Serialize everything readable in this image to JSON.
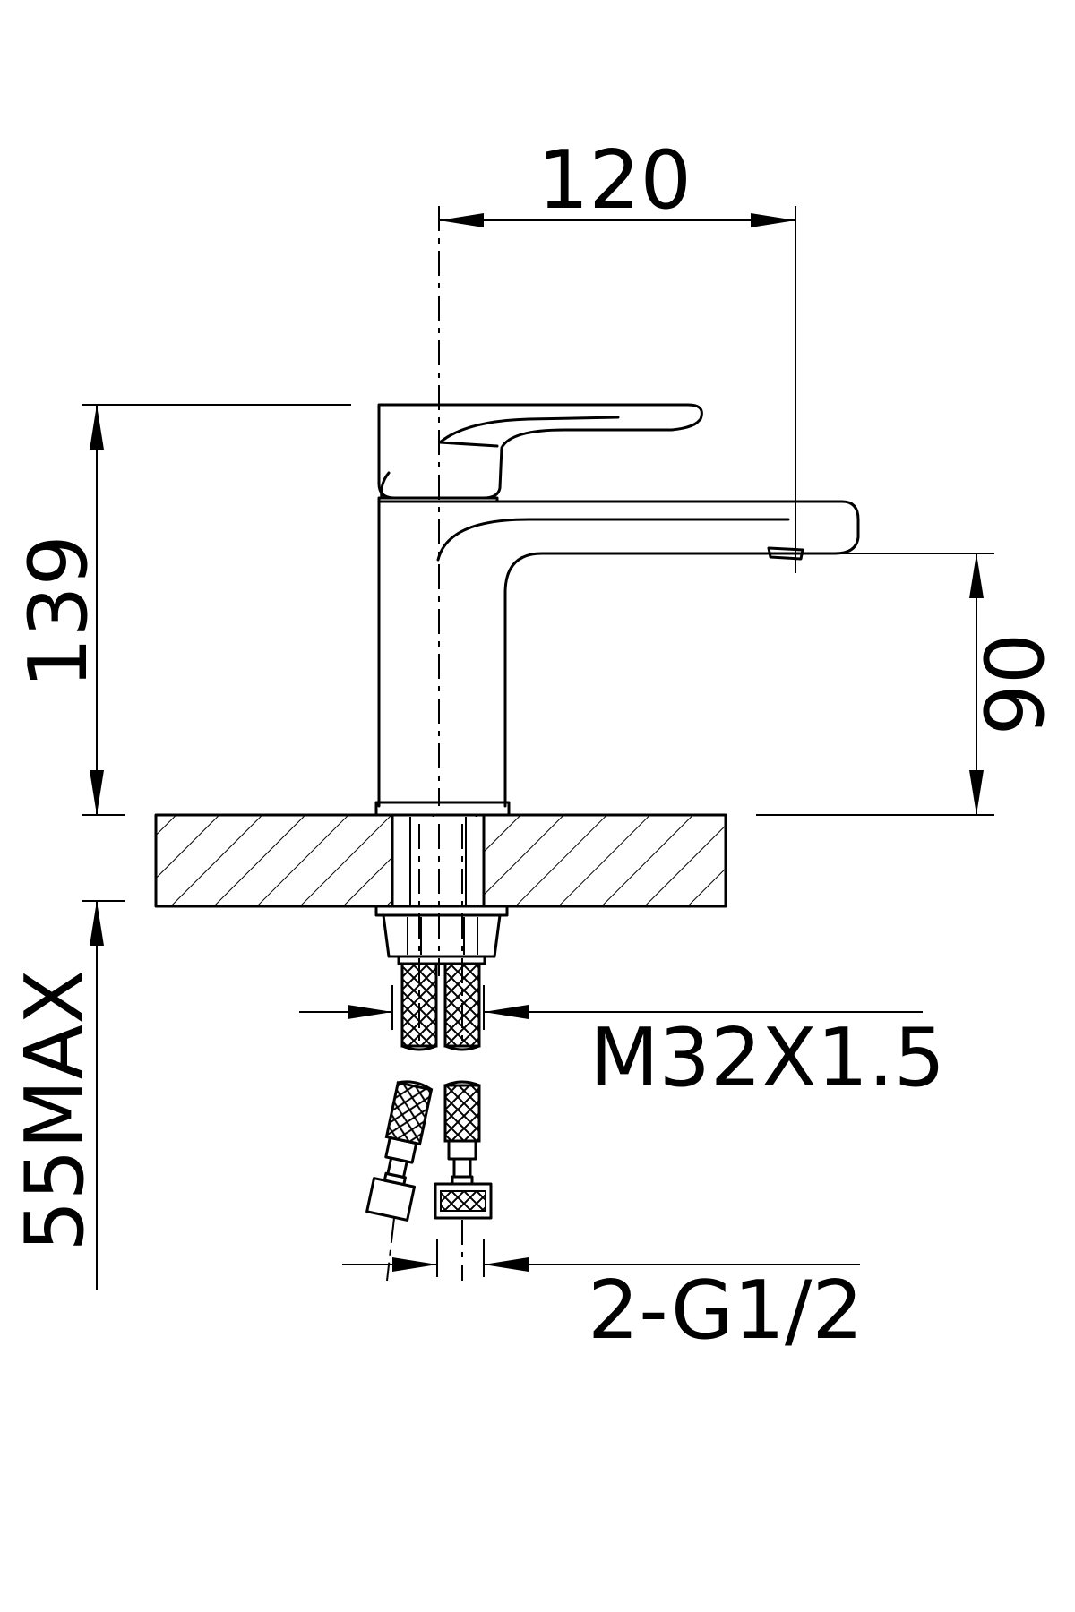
{
  "drawing": {
    "subject": "single-lever basin faucet",
    "line_color": "#000000",
    "background": "#ffffff"
  },
  "dimensions": {
    "spout_reach": "120",
    "total_height": "139",
    "spout_height": "90",
    "deck_thickness_max": "55MAX",
    "mounting_thread": "M32X1.5",
    "inlet_connection": "2-G1/2"
  }
}
